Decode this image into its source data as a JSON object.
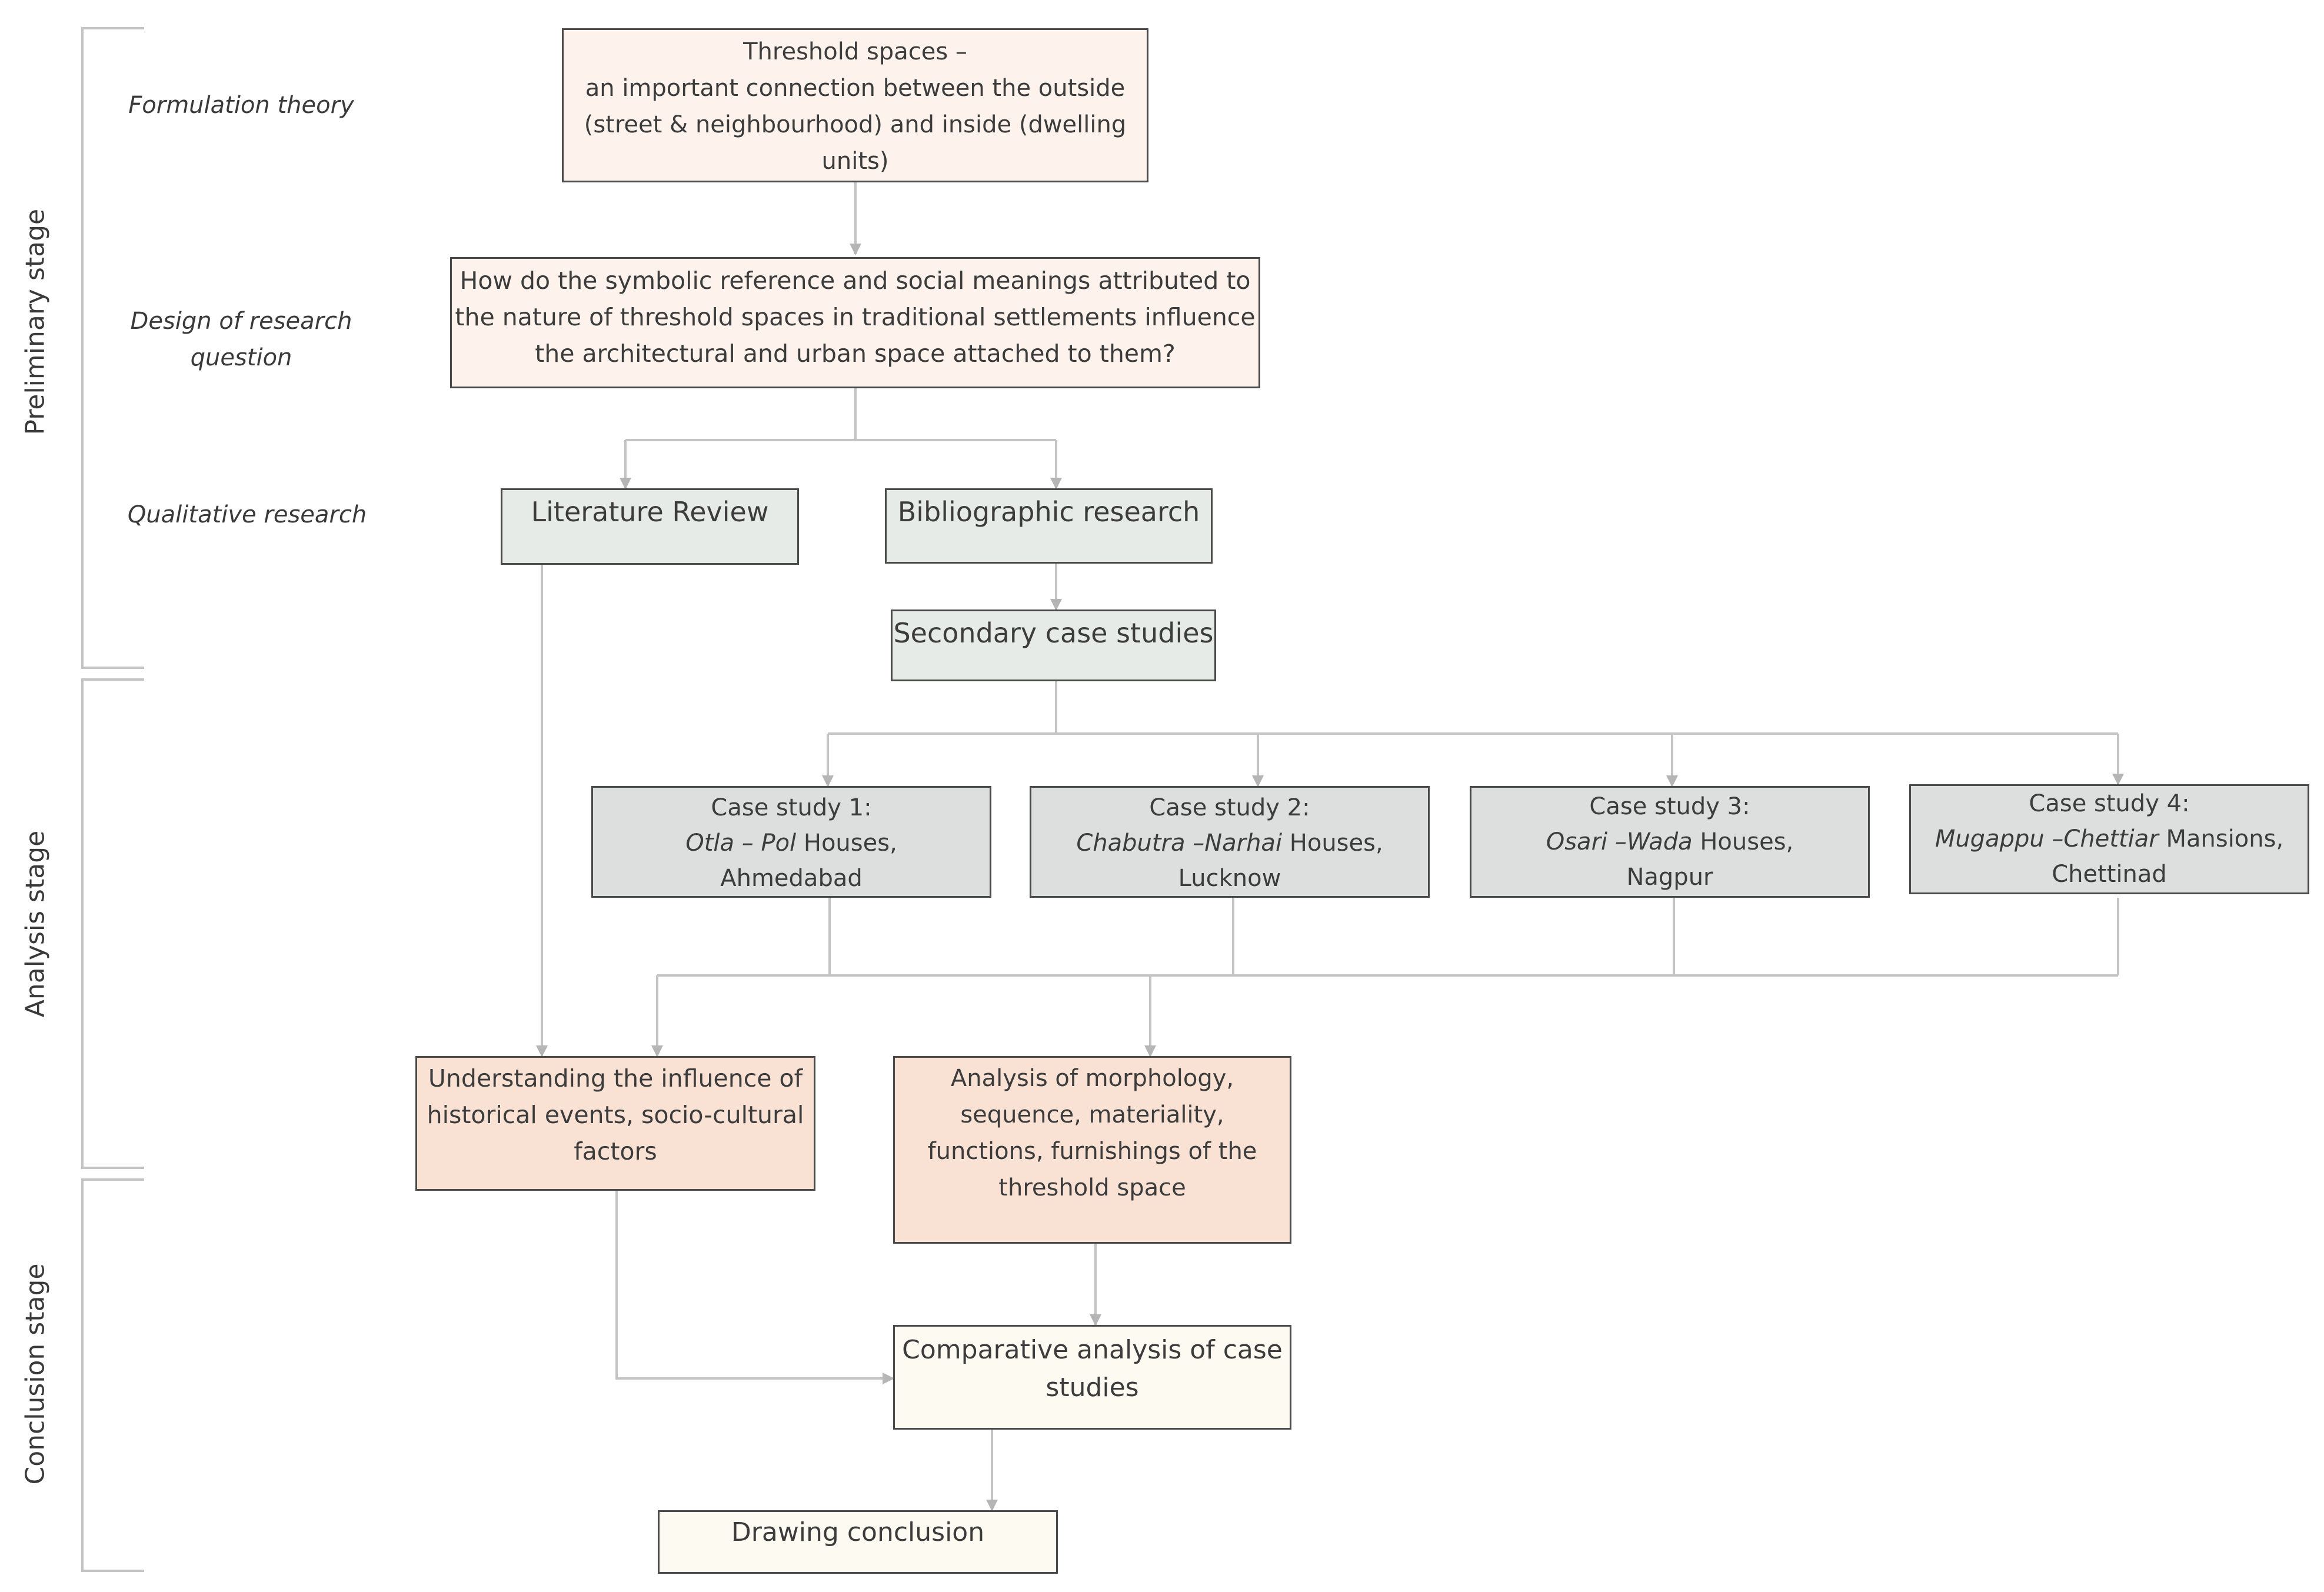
{
  "stages": {
    "preliminary": "Preliminary stage",
    "analysis": "Analysis stage",
    "conclusion": "Conclusion stage"
  },
  "row_labels": {
    "formulation": "Formulation theory",
    "design_line1": "Design of research",
    "design_line2": "question",
    "qualitative": "Qualitative research"
  },
  "boxes": {
    "threshold": {
      "line1": "Threshold spaces –",
      "line2": "an important connection between the outside",
      "line3": "(street & neighbourhood) and inside (dwelling",
      "line4": "units)"
    },
    "question": {
      "line1": "How do the symbolic reference and social meanings attributed to",
      "line2": "the nature of threshold spaces in traditional settlements influence",
      "line3": "the architectural and urban space attached to them?"
    },
    "literature": "Literature Review",
    "bibliographic": "Bibliographic research",
    "secondary": "Secondary case studies",
    "case1": {
      "title": "Case study 1:",
      "term": "Otla – Pol",
      "rest": " Houses,",
      "place": "Ahmedabad"
    },
    "case2": {
      "title": "Case study 2:",
      "term": "Chabutra –Narhai",
      "rest": " Houses,",
      "place": "Lucknow"
    },
    "case3": {
      "title": "Case study 3:",
      "term": "Osari –Wada",
      "rest": " Houses,",
      "place": "Nagpur"
    },
    "case4": {
      "title": "Case study 4:",
      "term": "Mugappu –Chettiar",
      "rest": " Mansions,",
      "place": "Chettinad"
    },
    "understanding": {
      "line1": "Understanding the influence of",
      "line2": "historical events, socio-cultural",
      "line3": "factors"
    },
    "analysis": {
      "line1": "Analysis of morphology,",
      "line2": "sequence, materiality,",
      "line3": "functions, furnishings of the",
      "line4": "threshold space"
    },
    "comparative": {
      "line1": "Comparative analysis of case",
      "line2": "studies"
    },
    "conclusion": "Drawing conclusion"
  },
  "colors": {
    "peach": "#fdf2ec",
    "salmon": "#f9e1d3",
    "greenish": "#e7ebe7",
    "grey": "#dcdfdd",
    "cream": "#fdfaf1",
    "border": "#4a4a4a",
    "connector": "#c4c4c4"
  }
}
